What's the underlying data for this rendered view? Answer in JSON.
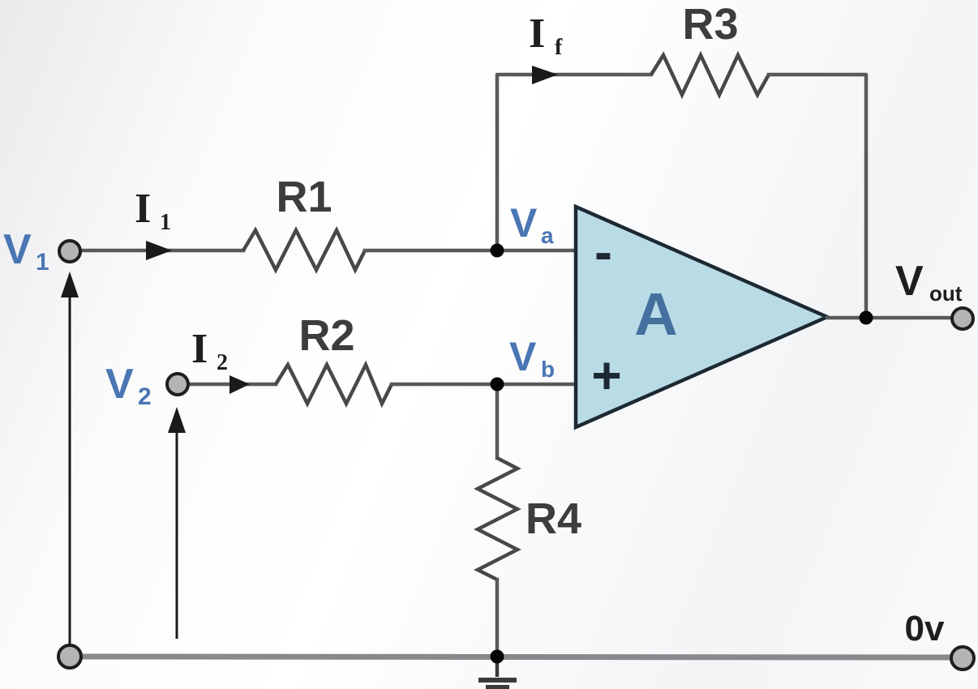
{
  "diagram": {
    "type": "circuit-diagram",
    "subject": "Op-amp differential amplifier with feedback resistor",
    "colors": {
      "background_edge": "#e9eaec",
      "wire": "#58595b",
      "rail": "#87898c",
      "resistor": "#47484a",
      "opamp_fill": "#b9dbe6",
      "opamp_stroke": "#1c2933",
      "blue_label": "#4a76b4",
      "gain_label": "#44709e",
      "dark_label": "#1d1e20",
      "resistor_label": "#3c3d3f",
      "terminal_fill": "#b4b4b4",
      "terminal_stroke": "#1e1e1e",
      "junction": "#060606",
      "arrow": "#1a1a1a"
    },
    "labels": {
      "v1": {
        "base": "V",
        "sub": "1"
      },
      "v2": {
        "base": "V",
        "sub": "2"
      },
      "va": {
        "base": "V",
        "sub": "a"
      },
      "vb": {
        "base": "V",
        "sub": "b"
      },
      "vout": {
        "base": "V",
        "sub": "out"
      },
      "i1": {
        "base": "I",
        "sub": "1"
      },
      "i2": {
        "base": "I",
        "sub": "2"
      },
      "if": {
        "base": "I",
        "sub": "f"
      },
      "r1": "R1",
      "r2": "R2",
      "r3": "R3",
      "r4": "R4",
      "opamp_gain": "A",
      "inverting_sign": "-",
      "noninverting_sign": "+",
      "ground": "0v"
    },
    "components": [
      {
        "id": "R1",
        "kind": "resistor",
        "connects": [
          "V1",
          "Va"
        ]
      },
      {
        "id": "R2",
        "kind": "resistor",
        "connects": [
          "V2",
          "Vb"
        ]
      },
      {
        "id": "R3",
        "kind": "resistor",
        "connects": [
          "Va",
          "Vout"
        ],
        "role": "feedback"
      },
      {
        "id": "R4",
        "kind": "resistor",
        "connects": [
          "Vb",
          "0v"
        ]
      },
      {
        "id": "A",
        "kind": "op-amp",
        "inverting_input": "Va",
        "noninverting_input": "Vb",
        "output": "Vout"
      }
    ]
  }
}
